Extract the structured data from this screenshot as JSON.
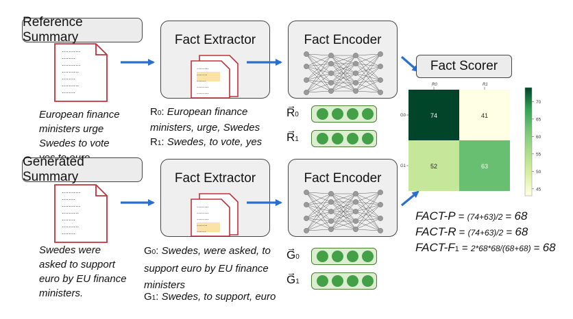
{
  "reference": {
    "label": "Reference Summary",
    "caption": [
      "European finance",
      "ministers urge",
      "Swedes to vote",
      "yes to euro."
    ]
  },
  "generated": {
    "label": "Generated Summary",
    "caption": [
      "Swedes were",
      "asked to support",
      "euro by EU finance",
      "ministers."
    ]
  },
  "extractor_title": "Fact Extractor",
  "encoder_title": "Fact Encoder",
  "scorer_title": "Fact Scorer",
  "ref_facts": [
    {
      "id": "R",
      "sub": "0",
      "text": "European finance ministers, urge, Swedes"
    },
    {
      "id": "R",
      "sub": "1",
      "text": "Swedes, to vote, yes"
    }
  ],
  "gen_facts": [
    {
      "id": "G",
      "sub": "0",
      "text": "Swedes, were asked, to support euro by EU finance ministers"
    },
    {
      "id": "G",
      "sub": "1",
      "text": "Swedes, to support, euro"
    }
  ],
  "vectors": {
    "ref": [
      {
        "letter": "R",
        "sub": "0"
      },
      {
        "letter": "R",
        "sub": "1"
      }
    ],
    "gen": [
      {
        "letter": "G",
        "sub": "0"
      },
      {
        "letter": "G",
        "sub": "1"
      }
    ]
  },
  "heatmap": {
    "col_labels": [
      "R0",
      "R1"
    ],
    "row_labels": [
      "G0",
      "G1"
    ],
    "values": [
      [
        74,
        41
      ],
      [
        52,
        63
      ]
    ],
    "colorbar_ticks": [
      70,
      65,
      60,
      55,
      50,
      45
    ],
    "range": [
      43,
      74
    ]
  },
  "formulas": [
    {
      "name": "FACT-P",
      "name_sub": "",
      "eq": "=",
      "expr": "(74+63)/2",
      "eq2": "=",
      "result": "68"
    },
    {
      "name": "FACT-R",
      "name_sub": "",
      "eq": "=",
      "expr": "(74+63)/2",
      "eq2": "=",
      "result": "68"
    },
    {
      "name": "FACT-F",
      "name_sub": "1",
      "eq": "=",
      "expr": "2*68*68/(68+68)",
      "eq2": "=",
      "result": "68"
    }
  ],
  "colors": {
    "arrow": "#2a6fd0",
    "doc_border": "#c0303a",
    "highlight": "#fbe3a8",
    "dot": "#43a047"
  }
}
